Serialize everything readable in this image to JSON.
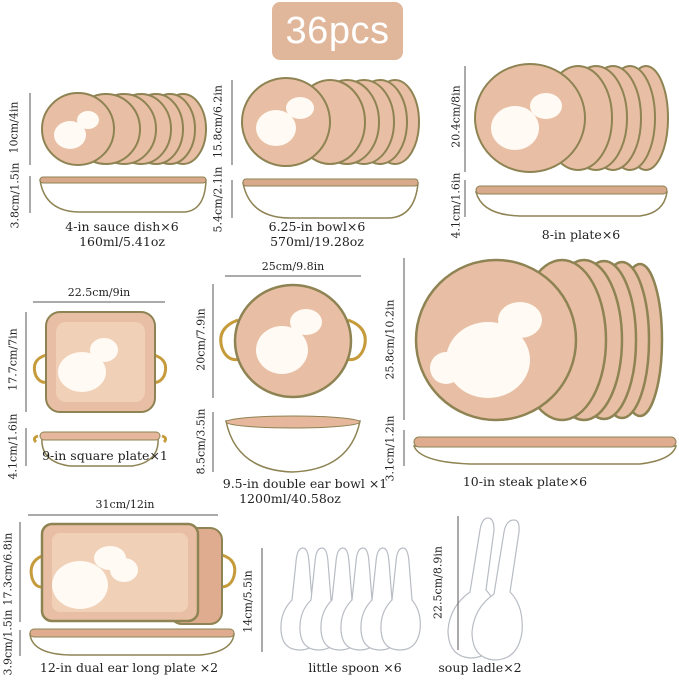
{
  "banner": "36pcs",
  "colors": {
    "banner": "#e1b79b",
    "glaze": "#e6b79c",
    "rim": "#8e8353",
    "white": "#ffffff"
  },
  "items": {
    "sauce_dish": {
      "name": "4-in sauce dish×6",
      "volume": "160ml/5.41oz",
      "d": "10cm/4in",
      "h": "3.8cm/1.5in"
    },
    "bowl": {
      "name": "6.25-in bowl×6",
      "volume": "570ml/19.28oz",
      "d": "15.8cm/6.2in",
      "h": "5.4cm/2.1in"
    },
    "plate8": {
      "name": "8-in plate×6",
      "d": "20.4cm/8in",
      "h": "4.1cm/1.6in"
    },
    "square": {
      "name": "9-in square plate×1",
      "w": "22.5cm/9in",
      "d": "17.7cm/7in",
      "h": "4.1cm/1.6in"
    },
    "ear_bowl": {
      "name": "9.5-in double ear bowl ×1",
      "volume": "1200ml/40.58oz",
      "w": "25cm/9.8in",
      "d": "20cm/7.9in",
      "h": "8.5cm/3.5in"
    },
    "steak": {
      "name": "10-in steak plate×6",
      "d": "25.8cm/10.2in",
      "h": "3.1cm/1.2in"
    },
    "long_plate": {
      "name": "12-in dual ear long plate ×2",
      "w": "31cm/12in",
      "d": "17.3cm/6.8in",
      "h": "3.9cm/1.5in"
    },
    "spoon": {
      "name": "little spoon ×6",
      "h": "14cm/5.5in"
    },
    "ladle": {
      "name": "soup ladle×2",
      "h": "22.5cm/8.9in"
    }
  }
}
